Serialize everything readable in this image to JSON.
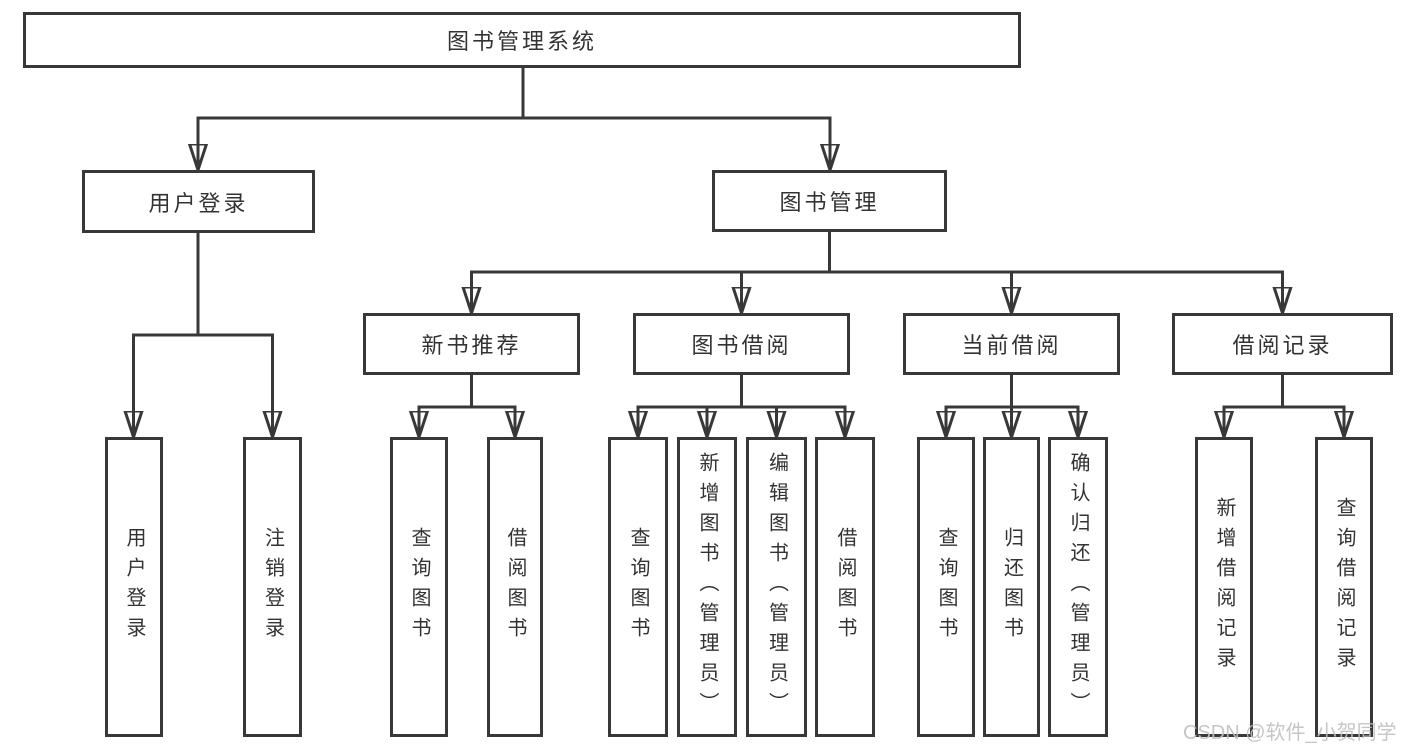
{
  "page": {
    "background_color": "#ffffff",
    "line_color": "#383838",
    "text_color": "#333333",
    "watermark_color": "#c0c0c0"
  },
  "tree": {
    "root": {
      "label": "图书管理系统"
    },
    "login": {
      "label": "用户登录",
      "children": [
        {
          "label": "用户登录"
        },
        {
          "label": "注销登录"
        }
      ]
    },
    "management": {
      "label": "图书管理",
      "sections": [
        {
          "label": "新书推荐",
          "children": [
            {
              "label": "查询图书"
            },
            {
              "label": "借阅图书"
            }
          ]
        },
        {
          "label": "图书借阅",
          "children": [
            {
              "label": "查询图书"
            },
            {
              "label": "新增图书（管理员）"
            },
            {
              "label": "编辑图书（管理员）"
            },
            {
              "label": "借阅图书"
            }
          ]
        },
        {
          "label": "当前借阅",
          "children": [
            {
              "label": "查询图书"
            },
            {
              "label": "归还图书"
            },
            {
              "label": "确认归还（管理员）"
            }
          ]
        },
        {
          "label": "借阅记录",
          "children": [
            {
              "label": "新增借阅记录"
            },
            {
              "label": "查询借阅记录"
            }
          ]
        }
      ]
    }
  },
  "watermark": {
    "text": "CSDN @软件_小贺同学"
  }
}
